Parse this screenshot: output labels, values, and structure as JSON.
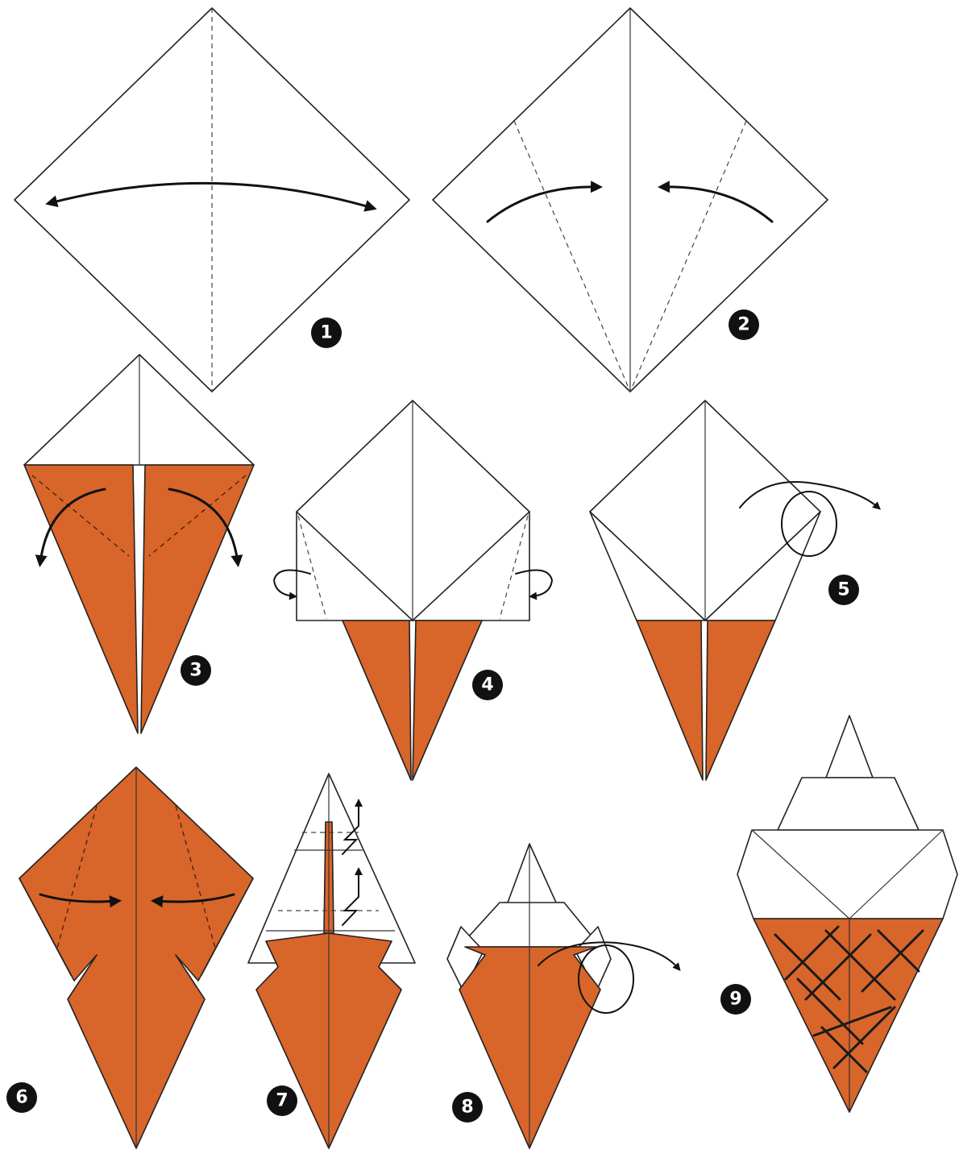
{
  "steps": [
    {
      "number": "1"
    },
    {
      "number": "2"
    },
    {
      "number": "3"
    },
    {
      "number": "4"
    },
    {
      "number": "5"
    },
    {
      "number": "6"
    },
    {
      "number": "7"
    },
    {
      "number": "8"
    },
    {
      "number": "9"
    }
  ],
  "colors": {
    "paper_front": "#ffffff",
    "paper_back": "#d8652a",
    "line": "#222222"
  }
}
